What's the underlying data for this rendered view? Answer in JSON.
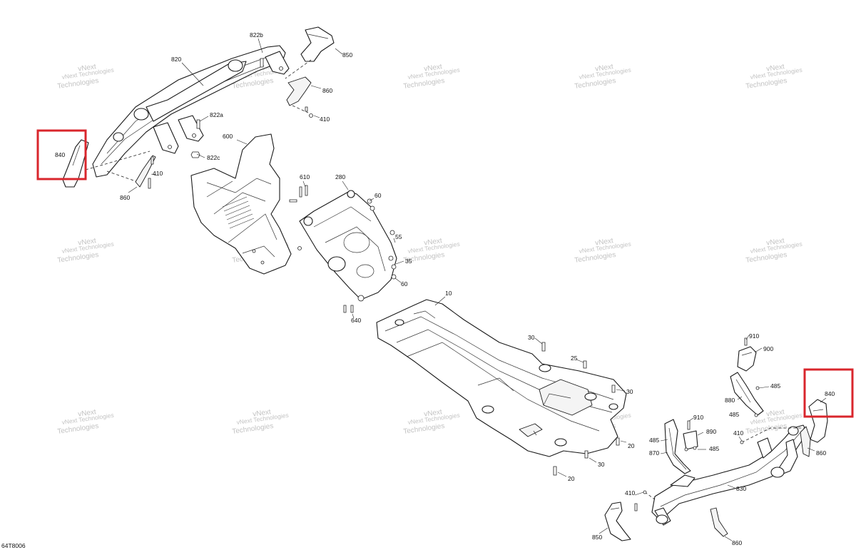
{
  "figure_code": "64T8006",
  "watermark": {
    "line1": "vNext",
    "line2": "Technologies",
    "combined": "vNext Technologies"
  },
  "callouts": [
    "822b",
    "850",
    "820",
    "860",
    "410",
    "822a",
    "822c",
    "840",
    "410",
    "860",
    "600",
    "610",
    "280",
    "60",
    "55",
    "35",
    "60",
    "640",
    "10",
    "30",
    "25",
    "30",
    "910",
    "900",
    "485",
    "880",
    "840",
    "485",
    "910",
    "890",
    "485",
    "870",
    "485",
    "410",
    "860",
    "20",
    "30",
    "20",
    "830",
    "410",
    "850",
    "860"
  ],
  "highlight_color": "#d9262c",
  "highlighted_part": "840"
}
